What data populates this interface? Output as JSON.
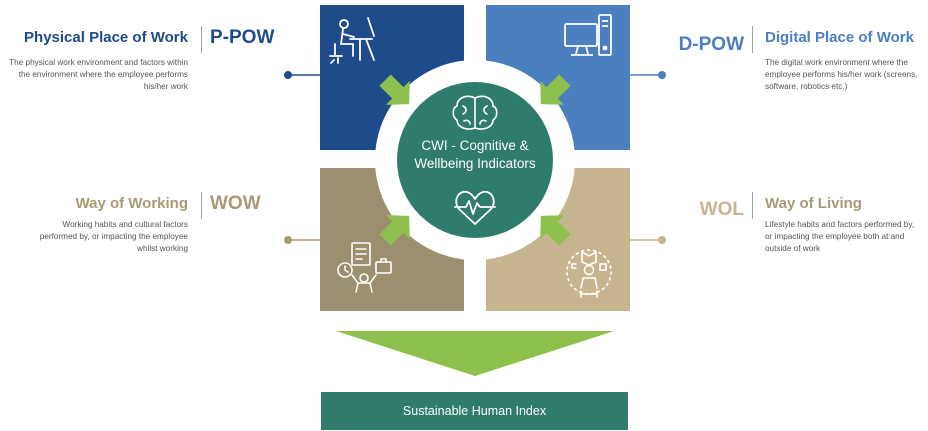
{
  "ppow": {
    "title": "Physical Place of Work",
    "abbr": "P-POW",
    "description": "The physical work environment and factors within the environment where the employee performs his/her work"
  },
  "dpow": {
    "title": "Digital Place of Work",
    "abbr": "D-POW",
    "description": "The digital work environment where the employee performs his/her work (screens, software, robotics etc.)"
  },
  "wow": {
    "title": "Way of Working",
    "abbr": "WOW",
    "description": "Working habits and cultural factors performed by, or impacting the employee whilst working"
  },
  "wol": {
    "title": "Way of Living",
    "abbr": "WOL",
    "description": "Lifestyle habits and factors performed by, or impacting the employee both at and outside of work"
  },
  "center": {
    "label": "CWI - Cognitive & Wellbeing Indicators"
  },
  "output": {
    "label": "Sustainable Human Index"
  },
  "icons": {
    "ppow": "person-at-desk-icon",
    "dpow": "desktop-computer-icon",
    "wow": "collaboration-icon",
    "wol": "lifestyle-person-icon",
    "brain": "brain-icon",
    "heart": "heartbeat-icon"
  },
  "colors": {
    "ppow": "#1e4b8a",
    "dpow": "#4b7fbf",
    "wow": "#9c8f6f",
    "wol": "#c7b58f",
    "center": "#2f7b6c",
    "arrow": "#8dc04c",
    "output": "#2f7b6c",
    "title_blue": "#1e4b8a",
    "title_tan": "#a99a76"
  }
}
